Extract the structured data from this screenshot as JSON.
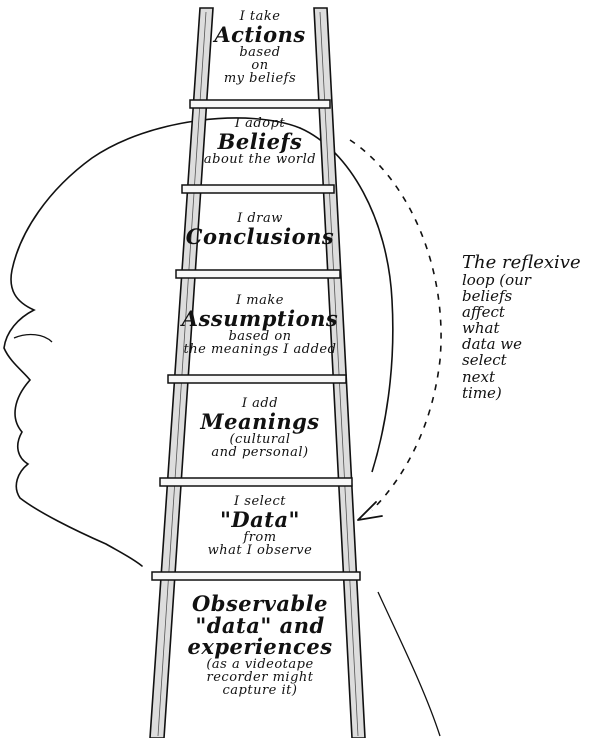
{
  "rungs": [
    {
      "id": "actions",
      "lines": [
        {
          "text": "I take",
          "size": "small"
        },
        {
          "text": "Actions",
          "size": "big"
        },
        {
          "text": "based",
          "size": "small"
        },
        {
          "text": "on",
          "size": "small"
        },
        {
          "text": "my beliefs",
          "size": "small"
        }
      ]
    },
    {
      "id": "beliefs",
      "lines": [
        {
          "text": "I adopt",
          "size": "small"
        },
        {
          "text": "Beliefs",
          "size": "big"
        },
        {
          "text": "about the world",
          "size": "small"
        }
      ]
    },
    {
      "id": "conclusions",
      "lines": [
        {
          "text": "I draw",
          "size": "small"
        },
        {
          "text": "Conclusions",
          "size": "big"
        }
      ]
    },
    {
      "id": "assumptions",
      "lines": [
        {
          "text": "I make",
          "size": "small"
        },
        {
          "text": "Assumptions",
          "size": "big"
        },
        {
          "text": "based on",
          "size": "small"
        },
        {
          "text": "the meanings I added",
          "size": "small"
        }
      ]
    },
    {
      "id": "meanings",
      "lines": [
        {
          "text": "I add",
          "size": "small"
        },
        {
          "text": "Meanings",
          "size": "big"
        },
        {
          "text": "(cultural",
          "size": "small"
        },
        {
          "text": "and personal)",
          "size": "small"
        }
      ]
    },
    {
      "id": "data",
      "lines": [
        {
          "text": "I select",
          "size": "small"
        },
        {
          "text": "\"Data\"",
          "size": "big"
        },
        {
          "text": "from",
          "size": "small"
        },
        {
          "text": "what I observe",
          "size": "small"
        }
      ]
    },
    {
      "id": "observable",
      "lines": [
        {
          "text": "Observable",
          "size": "big"
        },
        {
          "text": "\"data\" and experiences",
          "size": "big"
        },
        {
          "text": "(as a videotape",
          "size": "small"
        },
        {
          "text": "recorder might",
          "size": "small"
        },
        {
          "text": "capture it)",
          "size": "small"
        }
      ]
    }
  ],
  "reflexive_loop": {
    "heading": "The reflexive",
    "lines": [
      "loop (our",
      "beliefs",
      "affect",
      "what",
      "data we",
      "select",
      "next",
      "time)"
    ]
  }
}
